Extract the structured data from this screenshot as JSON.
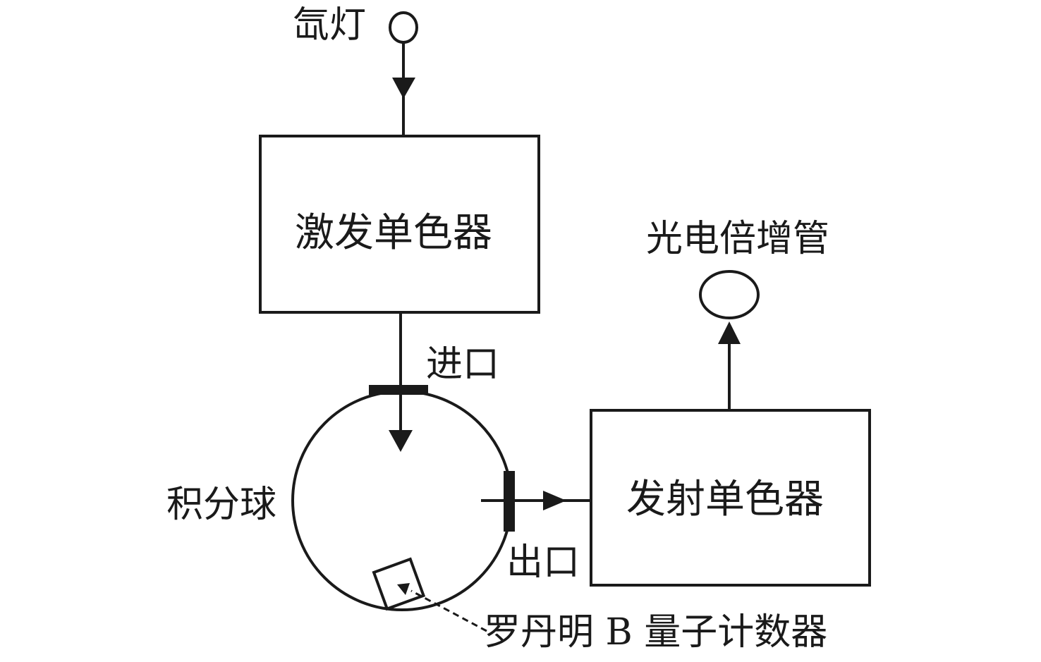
{
  "labels": {
    "xenon_lamp": "氙灯",
    "excitation_monochromator": "激发单色器",
    "photomultiplier": "光电倍增管",
    "inlet": "进口",
    "integrating_sphere": "积分球",
    "outlet": "出口",
    "emission_monochromator": "发射单色器",
    "quantum_counter": "罗丹明 B 量子计数器"
  },
  "colors": {
    "line": "#1a1a1a",
    "background": "#ffffff"
  }
}
